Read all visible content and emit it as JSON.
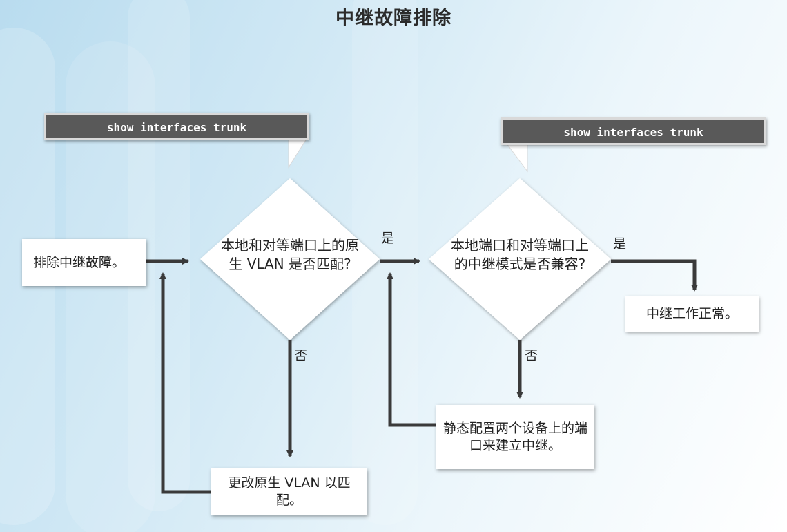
{
  "title": "中继故障排除",
  "commands": {
    "left": "show interfaces trunk",
    "right": "show interfaces trunk"
  },
  "nodes": {
    "start": "排除中继故障。",
    "decision1": "本地和对等端口上的原生 VLAN 是否匹配?",
    "decision2": "本地端口和对等端口上的中继模式是否兼容?",
    "fix_vlan": "更改原生 VLAN 以匹配。",
    "fix_mode": "静态配置两个设备上的端口来建立中继。",
    "ok": "中继工作正常。"
  },
  "edge_labels": {
    "d1_yes": "是",
    "d1_no": "否",
    "d2_yes": "是",
    "d2_no": "否"
  }
}
